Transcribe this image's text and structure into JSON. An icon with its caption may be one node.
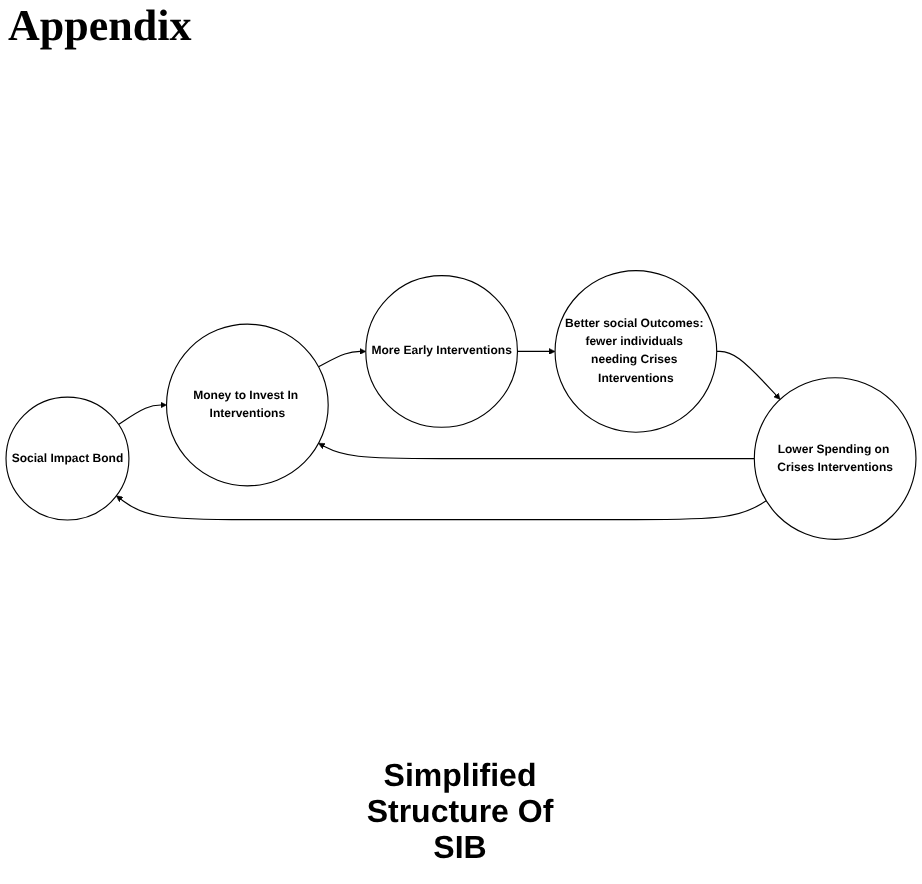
{
  "diagram": {
    "title": "Appendix",
    "nodes": [
      {
        "text": [
          "Social Impact Bond"
        ]
      },
      {
        "text": [
          "Lower Spending on Crises Interventions"
        ]
      },
      {
        "text": [
          "Money to Invest In Interventions"
        ]
      },
      {
        "text": [
          "Better social Outcomes: fewer individuals needing Crises Interventions"
        ]
      },
      {
        "text": [
          "More Early Interventions"
        ]
      }
    ],
    "edges": [
      {
        "from": 1,
        "to": 0,
        "arrow": "to"
      },
      {
        "from": 0,
        "to": 2,
        "arrow": "to"
      },
      {
        "from": 1,
        "to": 2,
        "arrow": "to"
      },
      {
        "from": 2,
        "to": 4,
        "arrow": "to"
      },
      {
        "from": 4,
        "to": 3,
        "arrow": "to"
      },
      {
        "from": 3,
        "to": 1,
        "arrow": "to"
      }
    ],
    "labels": [
      "Simplified Structure Of SIB"
    ]
  }
}
